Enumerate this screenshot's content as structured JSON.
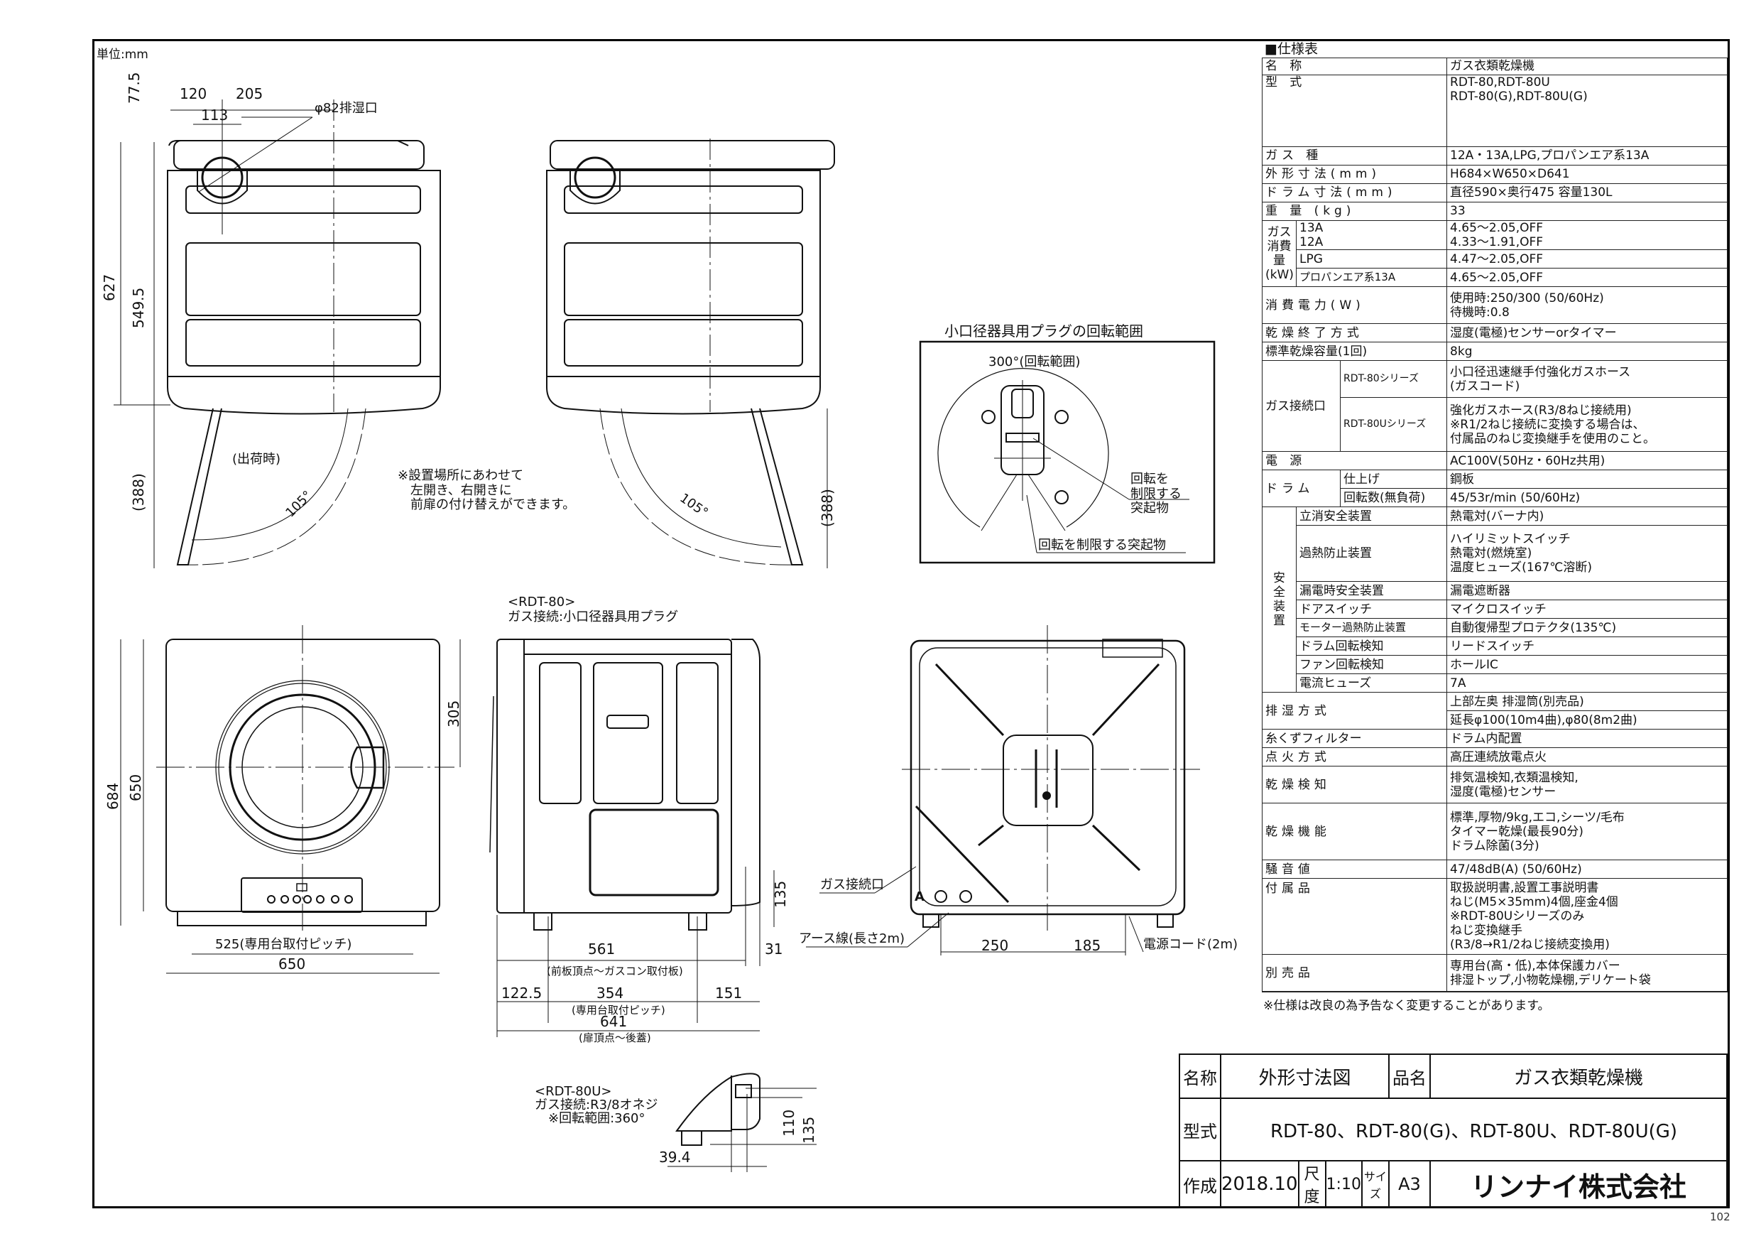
{
  "document": {
    "unit_label": "単位:mm",
    "page_number": "102"
  },
  "top_views": {
    "dim_77_5": "77.5",
    "dim_120": "120",
    "dim_205": "205",
    "dim_113": "113",
    "exhaust_label": "φ82排湿口",
    "dim_627": "627",
    "dim_549_5": "549.5",
    "dim_388_left": "(388)",
    "dim_388_right": "(388)",
    "shipping_label": "(出荷時)",
    "angle_left": "105°",
    "angle_right": "105°",
    "door_note_lines": [
      "※設置場所にあわせて",
      "左開き、右開きに",
      "前扉の付け替えができます。"
    ]
  },
  "plug_detail": {
    "title": "小口径器具用プラグの回転範囲",
    "rotation_label": "300°(回転範囲)",
    "stopper_label_right_lines": [
      "回転を",
      "制限する",
      "突起物"
    ],
    "stopper_label_bottom": "回転を制限する突起物"
  },
  "front_view": {
    "dim_684": "684",
    "dim_650_h": "650",
    "dim_305": "305",
    "dim_525": "525(専用台取付ピッチ)",
    "dim_650_w": "650"
  },
  "side_view": {
    "model_label": "<RDT-80>",
    "gas_connection": "ガス接続:小口径器具用プラグ",
    "dim_135": "135",
    "dim_561": "561",
    "dim_561_note": "(前板頂点～ガスコン取付板)",
    "dim_31": "31",
    "dim_122_5": "122.5",
    "dim_354": "354",
    "dim_354_note": "(専用台取付ピッチ)",
    "dim_151": "151",
    "dim_641": "641",
    "dim_641_note": "(扉頂点～後蓋)"
  },
  "rear_view": {
    "gas_port_label": "ガス接続口",
    "earth_wire_label": "アース線(長さ2m)",
    "power_cord_label": "電源コード(2m)",
    "dim_250": "250",
    "dim_185": "185",
    "marker_a": "A"
  },
  "u_detail": {
    "model_label": "<RDT-80U>",
    "gas_connection": "ガス接続:R3/8オネジ",
    "rotation": "※回転範囲:360°",
    "dim_110": "110",
    "dim_135": "135",
    "dim_39_4": "39.4"
  },
  "spec_table": {
    "title": "■仕様表",
    "rows": {
      "name": {
        "label": "名 称",
        "value": "ガス衣類乾燥機"
      },
      "model": {
        "label": "型 式",
        "value": "RDT-80,RDT-80U\nRDT-80(G),RDT-80U(G)"
      },
      "gas_type": {
        "label": "ガス 種",
        "value": "12A・13A,LPG,プロパンエア系13A"
      },
      "outer_dim": {
        "label": "外形寸法(mm)",
        "value": "H684×W650×D641"
      },
      "drum_dim": {
        "label": "ドラム寸法(mm)",
        "value": "直径590×奥行475 容量130L"
      },
      "weight": {
        "label": "重 量 (kg)",
        "value": "33"
      },
      "gas_consumption": {
        "label": "ガス\n消費量\n(kW)",
        "items": [
          {
            "sub": "13A\n12A",
            "value": "4.65～2.05,OFF\n4.33～1.91,OFF"
          },
          {
            "sub": "LPG",
            "value": "4.47～2.05,OFF"
          },
          {
            "sub": "プロパンエア系13A",
            "value": "4.65～2.05,OFF"
          }
        ]
      },
      "power": {
        "label": "消費電力(W)",
        "value": "使用時:250/300 (50/60Hz)\n待機時:0.8"
      },
      "dry_end": {
        "label": "乾燥終了方式",
        "value": "湿度(電極)センサーorタイマー"
      },
      "capacity": {
        "label": "標準乾燥容量(1回)",
        "value": "8kg"
      },
      "gas_port": {
        "label": "ガス接続口",
        "items": [
          {
            "sub": "RDT-80シリーズ",
            "value": "小口径迅速継手付強化ガスホース\n(ガスコード)"
          },
          {
            "sub": "RDT-80Uシリーズ",
            "value": "強化ガスホース(R3/8ねじ接続用)\n※R1/2ねじ接続に変換する場合は、\n  付属品のねじ変換継手を使用のこと。"
          }
        ]
      },
      "power_source": {
        "label": "電 源",
        "value": "AC100V(50Hz・60Hz共用)"
      },
      "drum": {
        "label": "ドラム",
        "items": [
          {
            "sub": "仕上げ",
            "value": "鋼板"
          },
          {
            "sub": "回転数(無負荷)",
            "value": "45/53r/min (50/60Hz)"
          }
        ]
      },
      "safety": {
        "label": "安\n全\n装\n置",
        "items": [
          {
            "sub": "立消安全装置",
            "value": "熱電対(バーナ内)"
          },
          {
            "sub": "過熱防止装置",
            "value": "ハイリミットスイッチ\n熱電対(燃焼室)\n温度ヒューズ(167℃溶断)"
          },
          {
            "sub": "漏電時安全装置",
            "value": "漏電遮断器"
          },
          {
            "sub": "ドアスイッチ",
            "value": "マイクロスイッチ"
          },
          {
            "sub": "モーター過熱防止装置",
            "value": "自動復帰型プロテクタ(135℃)"
          },
          {
            "sub": "ドラム回転検知",
            "value": "リードスイッチ"
          },
          {
            "sub": "ファン回転検知",
            "value": "ホールIC"
          },
          {
            "sub": "電流ヒューズ",
            "value": "7A"
          }
        ]
      },
      "exhaust": {
        "label": "排湿方式",
        "value1": "上部左奥 排湿筒(別売品)",
        "value2": "延長φ100(10m4曲),φ80(8m2曲)"
      },
      "lint_filter": {
        "label": "糸くずフィルター",
        "value": "ドラム内配置"
      },
      "ignition": {
        "label": "点火方式",
        "value": "高圧連続放電点火"
      },
      "dry_detect": {
        "label": "乾燥検知",
        "value": "排気温検知,衣類温検知,\n湿度(電極)センサー"
      },
      "dry_functions": {
        "label": "乾燥機能",
        "value": "標準,厚物/9kg,エコ,シーツ/毛布\nタイマー乾燥(最長90分)\nドラム除菌(3分)"
      },
      "noise": {
        "label": "騒音値",
        "value": "47/48dB(A) (50/60Hz)"
      },
      "accessories": {
        "label": "付属品",
        "value": "取扱説明書,設置工事説明書\nねじ(M5×35mm)4個,座金4個\n※RDT-80Uシリーズのみ\n  ねじ変換継手\n  (R3/8→R1/2ねじ接続変換用)"
      },
      "options": {
        "label": "別売品",
        "value": "専用台(高・低),本体保護カバー\n排湿トップ,小物乾燥棚,デリケート袋"
      }
    },
    "note": "※仕様は改良の為予告なく変更することがあります。"
  },
  "title_block": {
    "name_h": "名称",
    "name_v": "外形寸法図",
    "product_h": "品名",
    "product_v": "ガス衣類乾燥機",
    "model_h": "型式",
    "model_v": "RDT-80、RDT-80(G)、RDT-80U、RDT-80U(G)",
    "created_h": "作成",
    "created_v": "2018.10",
    "scale_h": "尺度",
    "scale_v": "1:10",
    "size_h": "サイズ",
    "size_v": "A3",
    "company": "リンナイ株式会社"
  }
}
